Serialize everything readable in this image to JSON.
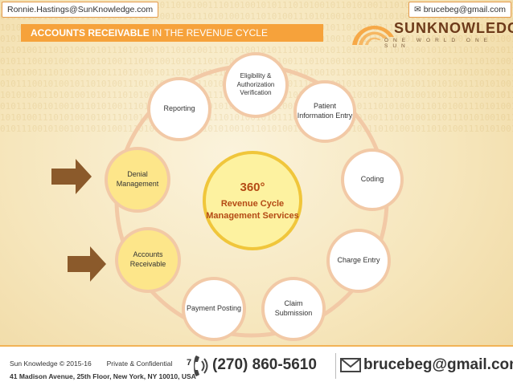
{
  "header": {
    "email_left": "Ronnie.Hastings@SunKnowledge.com",
    "email_right": "brucebeg@gmail.com",
    "title_bold": "ACCOUNTS RECEIVABLE",
    "title_rest": " IN THE REVENUE CYCLE"
  },
  "logo": {
    "name": "SUNKNOWLEDGE",
    "tagline": "ONE WORLD ONE SUN"
  },
  "diagram": {
    "center": {
      "degree": "360°",
      "text": "Revenue Cycle Management Services"
    },
    "nodes": [
      {
        "label": "Eligibility & Authorization Verification",
        "highlight": false
      },
      {
        "label": "Patient Information Entry",
        "highlight": false
      },
      {
        "label": "Coding",
        "highlight": false
      },
      {
        "label": "Charge Entry",
        "highlight": false
      },
      {
        "label": "Claim Submission",
        "highlight": false
      },
      {
        "label": "Payment Posting",
        "highlight": false
      },
      {
        "label": "Accounts Receivable",
        "highlight": true
      },
      {
        "label": "Denial Management",
        "highlight": true
      },
      {
        "label": "Reporting",
        "highlight": false
      }
    ]
  },
  "footer": {
    "copyright": "Sun Knowledge © 2015-16",
    "confidential": "Private & Confidential",
    "address": "41 Madison Avenue, 25th Floor, New York, NY 10010, USA",
    "page": "7",
    "phone": "(270) 860-5610",
    "email": "brucebeg@gmail.com"
  },
  "colors": {
    "accent": "#f6a23b",
    "ring": "#f2c9a6",
    "highlight": "#fde68a",
    "center_text": "#b44a14"
  }
}
